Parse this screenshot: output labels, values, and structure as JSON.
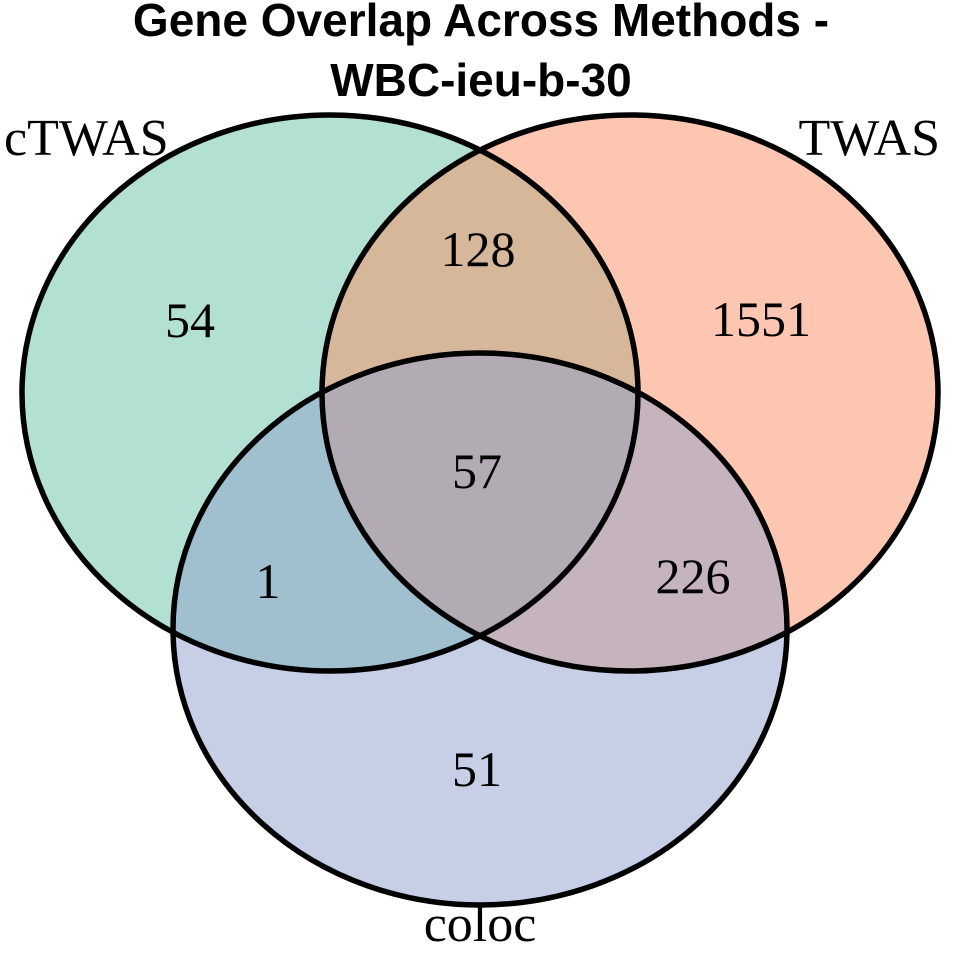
{
  "title": {
    "line1": "Gene Overlap Across Methods -",
    "line2": "WBC-ieu-b-30"
  },
  "sets": [
    {
      "name": "cTWAS",
      "color": "#66C2A5"
    },
    {
      "name": "TWAS",
      "color": "#FC8D62"
    },
    {
      "name": "coloc",
      "color": "#8DA0CB"
    }
  ],
  "style": {
    "outline_color": "#000000",
    "fill_opacity": 0.5,
    "text_color": "#000000",
    "background": "#ffffff"
  },
  "chart_data": {
    "type": "venn",
    "title": "Gene Overlap Across Methods - WBC-ieu-b-30",
    "sets": [
      "cTWAS",
      "TWAS",
      "coloc"
    ],
    "set_colors": [
      "#66C2A5",
      "#FC8D62",
      "#8DA0CB"
    ],
    "regions": [
      {
        "sets": [
          "cTWAS"
        ],
        "value": 54
      },
      {
        "sets": [
          "TWAS"
        ],
        "value": 1551
      },
      {
        "sets": [
          "coloc"
        ],
        "value": 51
      },
      {
        "sets": [
          "cTWAS",
          "TWAS"
        ],
        "value": 128
      },
      {
        "sets": [
          "cTWAS",
          "coloc"
        ],
        "value": 1
      },
      {
        "sets": [
          "TWAS",
          "coloc"
        ],
        "value": 226
      },
      {
        "sets": [
          "cTWAS",
          "TWAS",
          "coloc"
        ],
        "value": 57
      }
    ],
    "legend_position": "none",
    "layout": "three-ellipse-venn",
    "grid": false
  }
}
